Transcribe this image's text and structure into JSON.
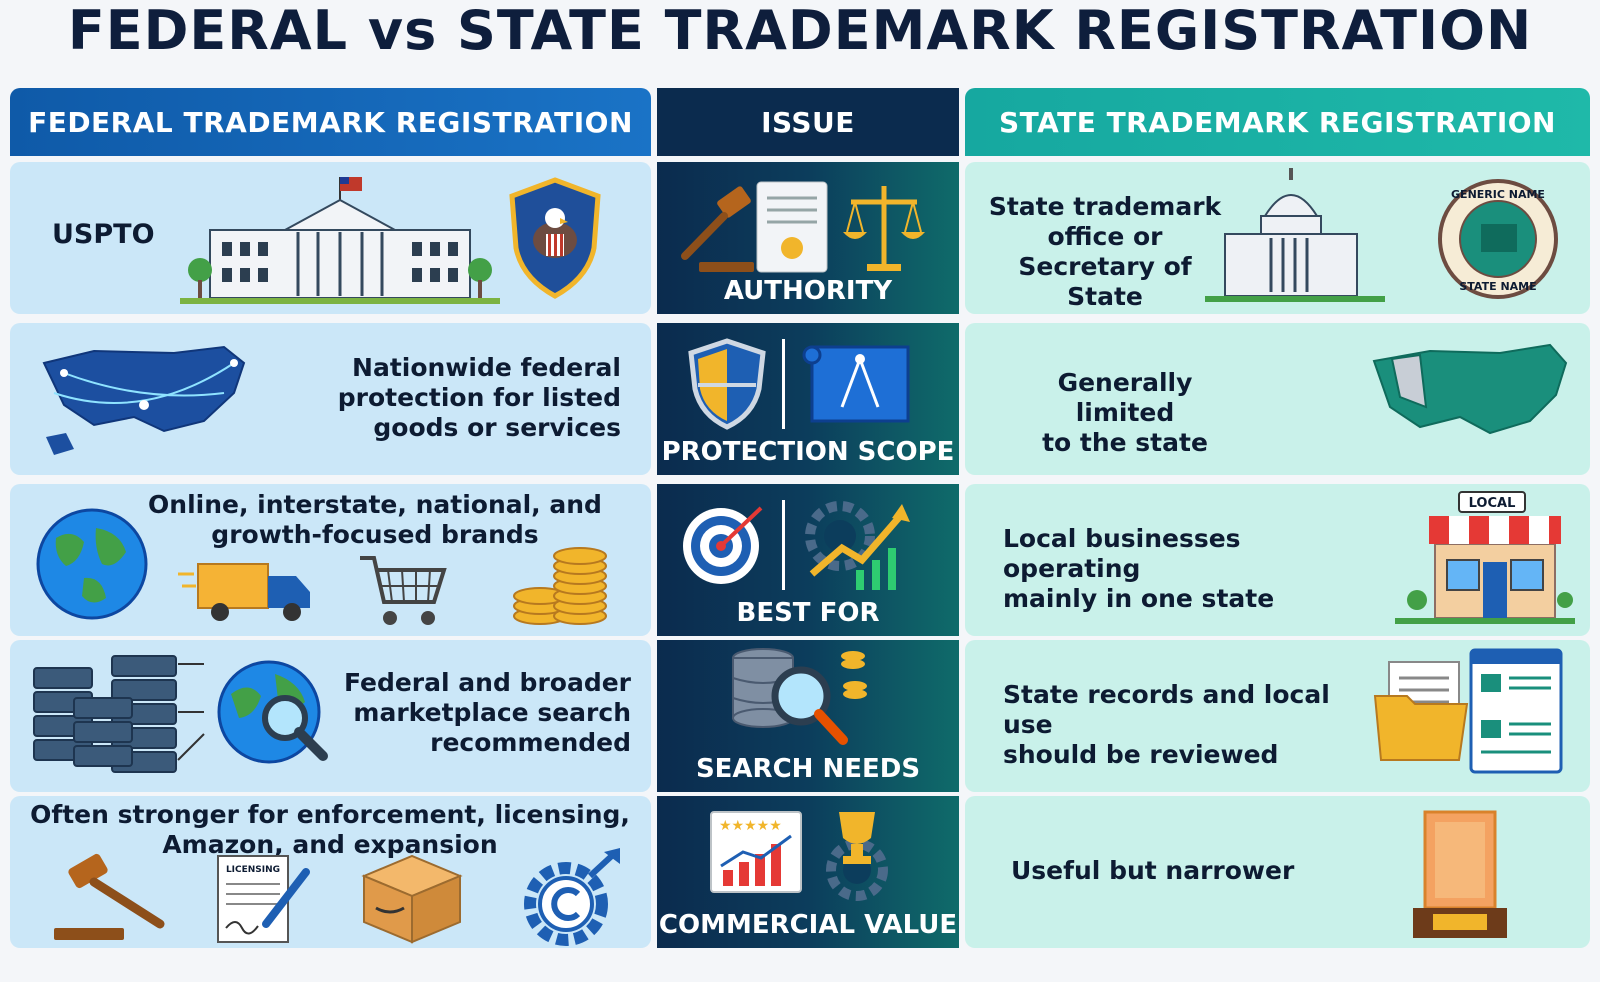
{
  "title": "FEDERAL vs STATE TRADEMARK REGISTRATION",
  "headers": {
    "federal": "FEDERAL TRADEMARK REGISTRATION",
    "issue": "ISSUE",
    "state": "STATE TRADEMARK REGISTRATION"
  },
  "rows": [
    {
      "issue": "AUTHORITY",
      "federal": "USPTO",
      "state_lines": [
        "State trademark",
        "office or",
        "Secretary of State"
      ],
      "seal_top": "GENERIC NAME",
      "seal_bottom": "STATE NAME"
    },
    {
      "issue": "PROTECTION SCOPE",
      "federal_lines": [
        "Nationwide federal",
        "protection for listed",
        "goods or services"
      ],
      "state_lines": [
        "Generally limited",
        "to the state"
      ]
    },
    {
      "issue": "BEST FOR",
      "federal_lines": [
        "Online, interstate, national, and",
        "growth-focused brands"
      ],
      "state_lines": [
        "Local businesses operating",
        "mainly in one state"
      ],
      "store_sign": "LOCAL"
    },
    {
      "issue": "SEARCH NEEDS",
      "federal_lines": [
        "Federal and broader",
        "marketplace search",
        "recommended"
      ],
      "state_lines": [
        "State records and local use",
        "should be reviewed"
      ]
    },
    {
      "issue": "COMMERCIAL VALUE",
      "federal_lines": [
        "Often stronger for enforcement, licensing,",
        "Amazon, and expansion"
      ],
      "state_lines": [
        "Useful but narrower"
      ],
      "doc_label": "LICENSING"
    }
  ],
  "colors": {
    "federal_header": "#1565b7",
    "issue_header": "#0b2b4e",
    "state_header": "#1bb2a5",
    "federal_cell": "#cbe7f8",
    "state_cell": "#c9f1ea",
    "title": "#0e1e3c"
  }
}
